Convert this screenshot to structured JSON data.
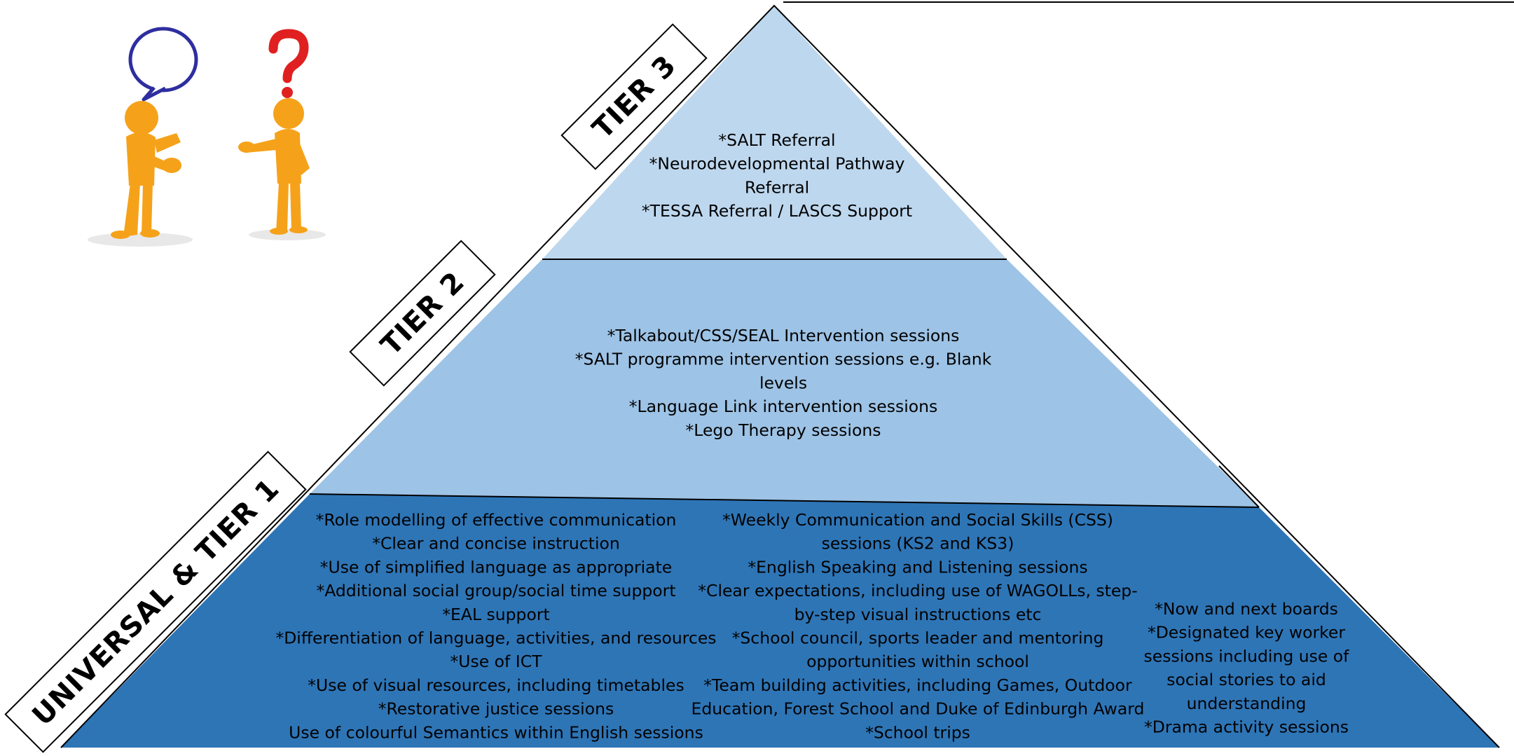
{
  "tier3": {
    "label": "TIER 3",
    "lines": [
      "*SALT Referral",
      "*Neurodevelopmental Pathway",
      "Referral",
      "*TESSA Referral / LASCS Support"
    ]
  },
  "tier2": {
    "label": "TIER 2",
    "lines": [
      "*Talkabout/CSS/SEAL Intervention sessions",
      "*SALT programme intervention sessions e.g. Blank",
      "levels",
      "*Language Link intervention sessions",
      "*Lego Therapy sessions"
    ]
  },
  "tier1": {
    "label": "UNIVERSAL & TIER 1",
    "col1": [
      "*Role modelling of effective communication",
      "*Clear and concise instruction",
      "*Use of simplified language as appropriate",
      "*Additional social group/social time support",
      "*EAL support",
      "*Differentiation of language, activities, and resources",
      "*Use of ICT",
      "*Use of visual resources, including timetables",
      "*Restorative justice sessions",
      "Use of colourful Semantics within English sessions"
    ],
    "col2": [
      "*Weekly Communication and Social Skills (CSS)",
      "sessions (KS2 and KS3)",
      "*English Speaking and Listening sessions",
      "*Clear expectations, including use of WAGOLLs, step-",
      "by-step visual instructions etc",
      "*School council, sports leader and mentoring",
      "opportunities within school",
      "*Team building activities, including Games, Outdoor",
      "Education, Forest School and Duke of Edinburgh Award",
      "*School trips"
    ],
    "col3": [
      "*Now and next boards",
      "*Designated key worker",
      "sessions including use of",
      "social stories to aid",
      "understanding",
      "*Drama activity sessions"
    ]
  },
  "colors": {
    "tier3": "#bdd7ee",
    "tier2": "#9dc3e6",
    "tier1": "#2e75b6",
    "figure": "#f5a21a",
    "bubble": "#2e2ea0",
    "question": "#e02020"
  },
  "icons": [
    "speech-bubble-icon",
    "question-mark-icon"
  ]
}
